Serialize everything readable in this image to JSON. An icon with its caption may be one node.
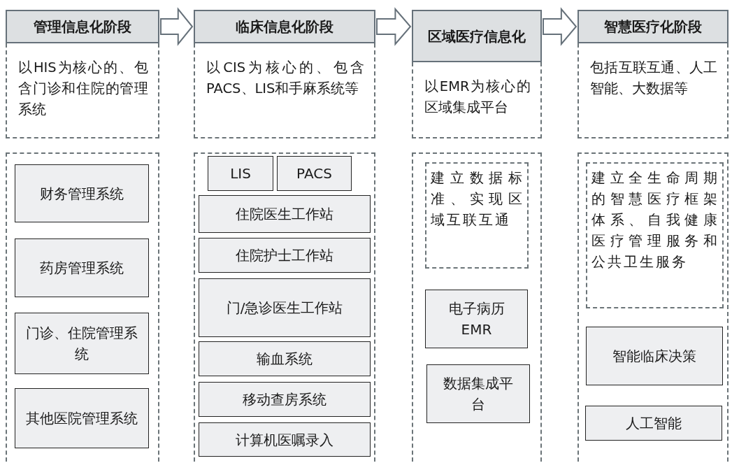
{
  "diagram": {
    "nodes": [
      {
        "text": [
          "管理信息化阶段"
        ]
      },
      {
        "text": [
          "以HIS为核心的、包含门诊和住院的管理系统"
        ]
      },
      {
        "text": [],
        "shape": "box"
      },
      {
        "text": [
          "财务管理系统"
        ],
        "in": 2
      },
      {
        "text": [
          "药房管理系统"
        ],
        "in": 2
      },
      {
        "text": [
          "门诊、住院管理系统"
        ],
        "in": 2
      },
      {
        "text": [
          "其他医院管理系统"
        ],
        "in": 2
      },
      {
        "text": [
          "临床信息化阶段"
        ]
      },
      {
        "text": [
          "以CIS为核心的、包含PACS、LIS和手麻系统等"
        ]
      },
      {
        "text": [],
        "shape": "box"
      },
      {
        "text": [
          "LIS"
        ],
        "in": 9
      },
      {
        "text": [
          "PACS"
        ],
        "in": 9
      },
      {
        "text": [
          "住院医生工作站"
        ],
        "in": 9
      },
      {
        "text": [
          "住院护士工作站"
        ],
        "in": 9
      },
      {
        "text": [
          "门/急诊医生工作站"
        ],
        "in": 9
      },
      {
        "text": [
          "输血系统"
        ],
        "in": 9
      },
      {
        "text": [
          "移动查房系统"
        ],
        "in": 9
      },
      {
        "text": [
          "计算机医嘱录入"
        ],
        "in": 9
      },
      {
        "text": [
          "区域医疗信息化"
        ]
      },
      {
        "text": [
          "以EMR为核心的区域集成平台"
        ]
      },
      {
        "text": [],
        "shape": "box"
      },
      {
        "text": [
          "建立数据标准、实现区域互联互通"
        ],
        "in": 20
      },
      {
        "text": [
          "电子病历 EMR"
        ],
        "in": 20
      },
      {
        "text": [
          "数据集成平台"
        ],
        "in": 20
      },
      {
        "text": [
          "智慧医疗化阶段"
        ]
      },
      {
        "text": [
          "包括互联互通、人工智能、大数据等"
        ]
      },
      {
        "text": [],
        "shape": "box"
      },
      {
        "text": [
          "建立全生命周期的智慧医疗框架体系、自我健康医疗管理服务和公共卫生服务"
        ],
        "in": 26
      },
      {
        "text": [
          "智能临床决策"
        ],
        "in": 26
      },
      {
        "text": [
          "人工智能"
        ],
        "in": 26
      }
    ],
    "edges": [
      {
        "from": 0,
        "to": 7,
        "arrow": "to"
      },
      {
        "from": 7,
        "to": 18,
        "arrow": "to"
      },
      {
        "from": 18,
        "to": 24,
        "arrow": "to"
      }
    ]
  }
}
